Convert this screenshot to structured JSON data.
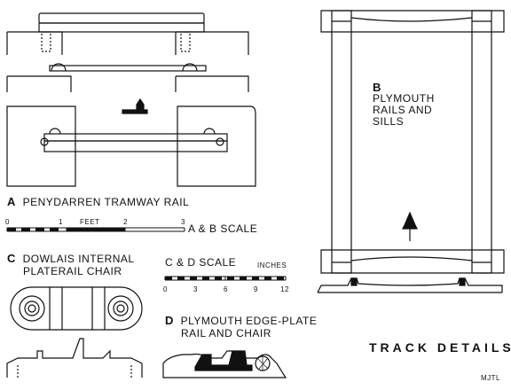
{
  "captions": {
    "a": {
      "letter": "A",
      "text": "PENYDARREN TRAMWAY RAIL"
    },
    "b": {
      "letter": "B",
      "line1": "PLYMOUTH",
      "line2": "RAILS AND",
      "line3": "SILLS"
    },
    "c": {
      "letter": "C",
      "line1": "DOWLAIS INTERNAL",
      "line2": "PLATERAIL CHAIR"
    },
    "d": {
      "letter": "D",
      "line1": "PLYMOUTH EDGE-PLATE",
      "line2": "RAIL AND CHAIR"
    }
  },
  "scale_ab": {
    "label": "A & B SCALE",
    "unit": "FEET",
    "ticks": [
      "0",
      "1",
      "2",
      "3"
    ]
  },
  "scale_cd": {
    "label": "C & D SCALE",
    "unit": "INCHES",
    "ticks": [
      "0",
      "3",
      "6",
      "9",
      "12"
    ]
  },
  "title": "TRACK DETAILS",
  "signature": "MJTL"
}
